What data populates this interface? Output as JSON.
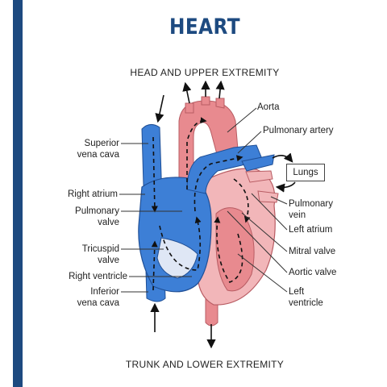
{
  "title": "HEART",
  "top_caption": "HEAD AND UPPER EXTREMITY",
  "bottom_caption": "TRUNK AND LOWER EXTREMITY",
  "labels_left": {
    "superior_vena_cava": [
      "Superior",
      "vena cava"
    ],
    "right_atrium": "Right atrium",
    "pulmonary_valve": [
      "Pulmonary",
      "valve"
    ],
    "tricuspid_valve": [
      "Tricuspid",
      "valve"
    ],
    "right_ventricle": "Right ventricle",
    "inferior_vena_cava": [
      "Inferior",
      "vena cava"
    ]
  },
  "labels_right": {
    "aorta": "Aorta",
    "pulmonary_artery": "Pulmonary artery",
    "lungs": "Lungs",
    "pulmonary_vein": [
      "Pulmonary",
      "vein"
    ],
    "left_atrium": "Left atrium",
    "mitral_valve": "Mitral valve",
    "aortic_valve": "Aortic valve",
    "left_ventricle": [
      "Left",
      "ventricle"
    ]
  },
  "colors": {
    "accent_bar": "#1d4a80",
    "deoxygenated_blue": "#3d7fd6",
    "oxygenated_red": "#e88a8f",
    "flow_arrow": "#111111"
  }
}
